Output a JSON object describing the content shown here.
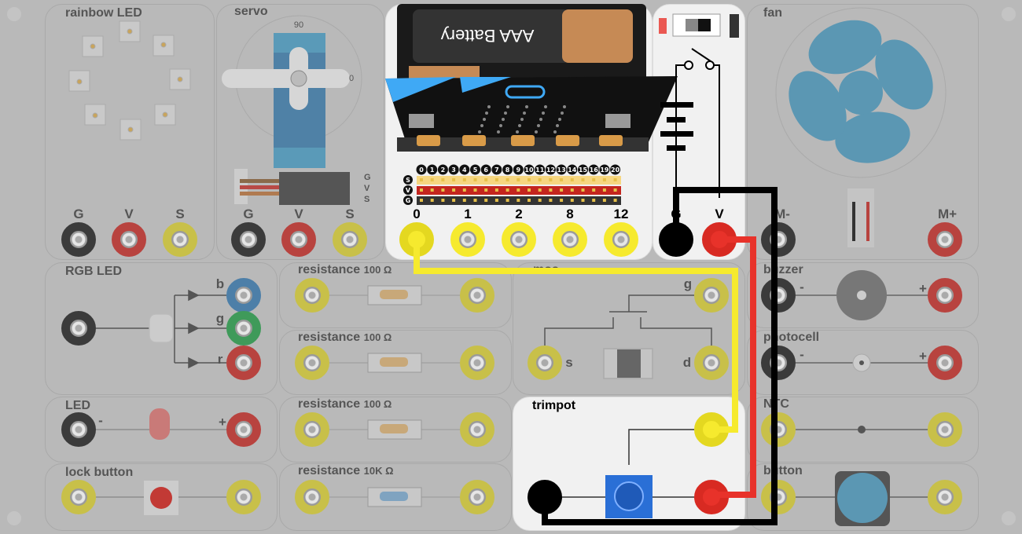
{
  "modules": {
    "rainbow_led": {
      "title": "rainbow LED",
      "pins": [
        "G",
        "V",
        "S"
      ]
    },
    "servo": {
      "title": "servo",
      "scale_label": "90",
      "scale_label_right": "0",
      "connector_pins": [
        "G",
        "V",
        "S"
      ],
      "pins": [
        "G",
        "V",
        "S"
      ]
    },
    "battery": {
      "label": "AAA Battery"
    },
    "microbit": {
      "header_pins": [
        "0",
        "1",
        "2",
        "3",
        "4",
        "5",
        "6",
        "7",
        "8",
        "9",
        "10",
        "11",
        "12",
        "13",
        "14",
        "15",
        "16",
        "19",
        "20"
      ],
      "rows": [
        "S",
        "V",
        "G"
      ],
      "pins": [
        "0",
        "1",
        "2",
        "8",
        "12"
      ]
    },
    "power": {
      "pins": [
        "G",
        "V"
      ]
    },
    "fan": {
      "title": "fan",
      "pins": [
        "M-",
        "M+"
      ]
    },
    "rgb_led": {
      "title": "RGB LED",
      "pins": [
        "b",
        "g",
        "r"
      ]
    },
    "led": {
      "title": "LED",
      "minus": "-",
      "plus": "+"
    },
    "lock_button": {
      "title": "lock button"
    },
    "resistors": [
      {
        "title": "resistance",
        "value": "100 Ω"
      },
      {
        "title": "resistance",
        "value": "100 Ω"
      },
      {
        "title": "resistance",
        "value": "100 Ω"
      },
      {
        "title": "resistance",
        "value": "10K Ω"
      }
    ],
    "mos": {
      "title": "mos",
      "pins": [
        "g",
        "s",
        "d"
      ]
    },
    "trimpot": {
      "title": "trimpot"
    },
    "buzzer": {
      "title": "buzzer",
      "minus": "-",
      "plus": "+"
    },
    "photocell": {
      "title": "photocell",
      "minus": "-",
      "plus": "+"
    },
    "ntc": {
      "title": "NTC"
    },
    "button": {
      "title": "button"
    }
  },
  "colors": {
    "wire_yellow": "#f6ea2e",
    "wire_red": "#e8322a",
    "wire_black": "#000000",
    "microbit_blue": "#3fa9f5",
    "fan_blue": "#5b97b3"
  }
}
